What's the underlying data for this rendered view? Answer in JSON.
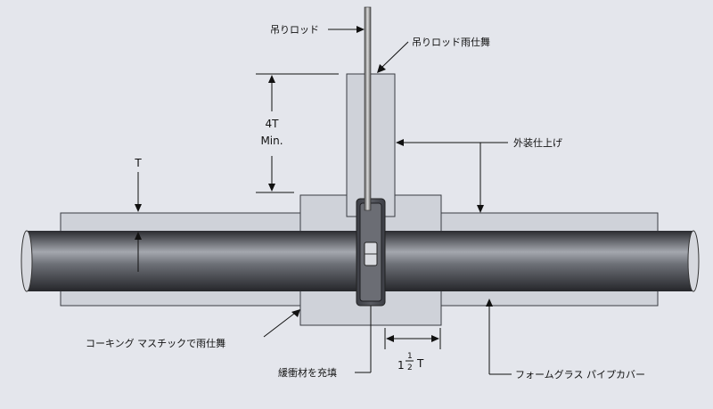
{
  "labels": {
    "hanger_rod": "吊りロッド",
    "rod_weatherproof": "吊りロッド雨仕舞",
    "exterior_finish": "外装仕上げ",
    "caulking": "コーキング マスチックで雨仕舞",
    "fill_cushion": "緩衝材を充填",
    "foamglas_cover": "フォームグラス パイプカバー",
    "thickness_t": "T",
    "four_t": "4T",
    "min": "Min.",
    "one_half_whole": "1",
    "one_half_num": "1",
    "one_half_den": "2",
    "one_half_t": "T"
  },
  "colors": {
    "background": "#e4e6ec",
    "insulation": "#cfd2d9",
    "insulation_edge": "#3a3c42",
    "pipe_dark": "#2f3035",
    "pipe_light": "#9ea1a8",
    "clamp": "#44464d"
  }
}
